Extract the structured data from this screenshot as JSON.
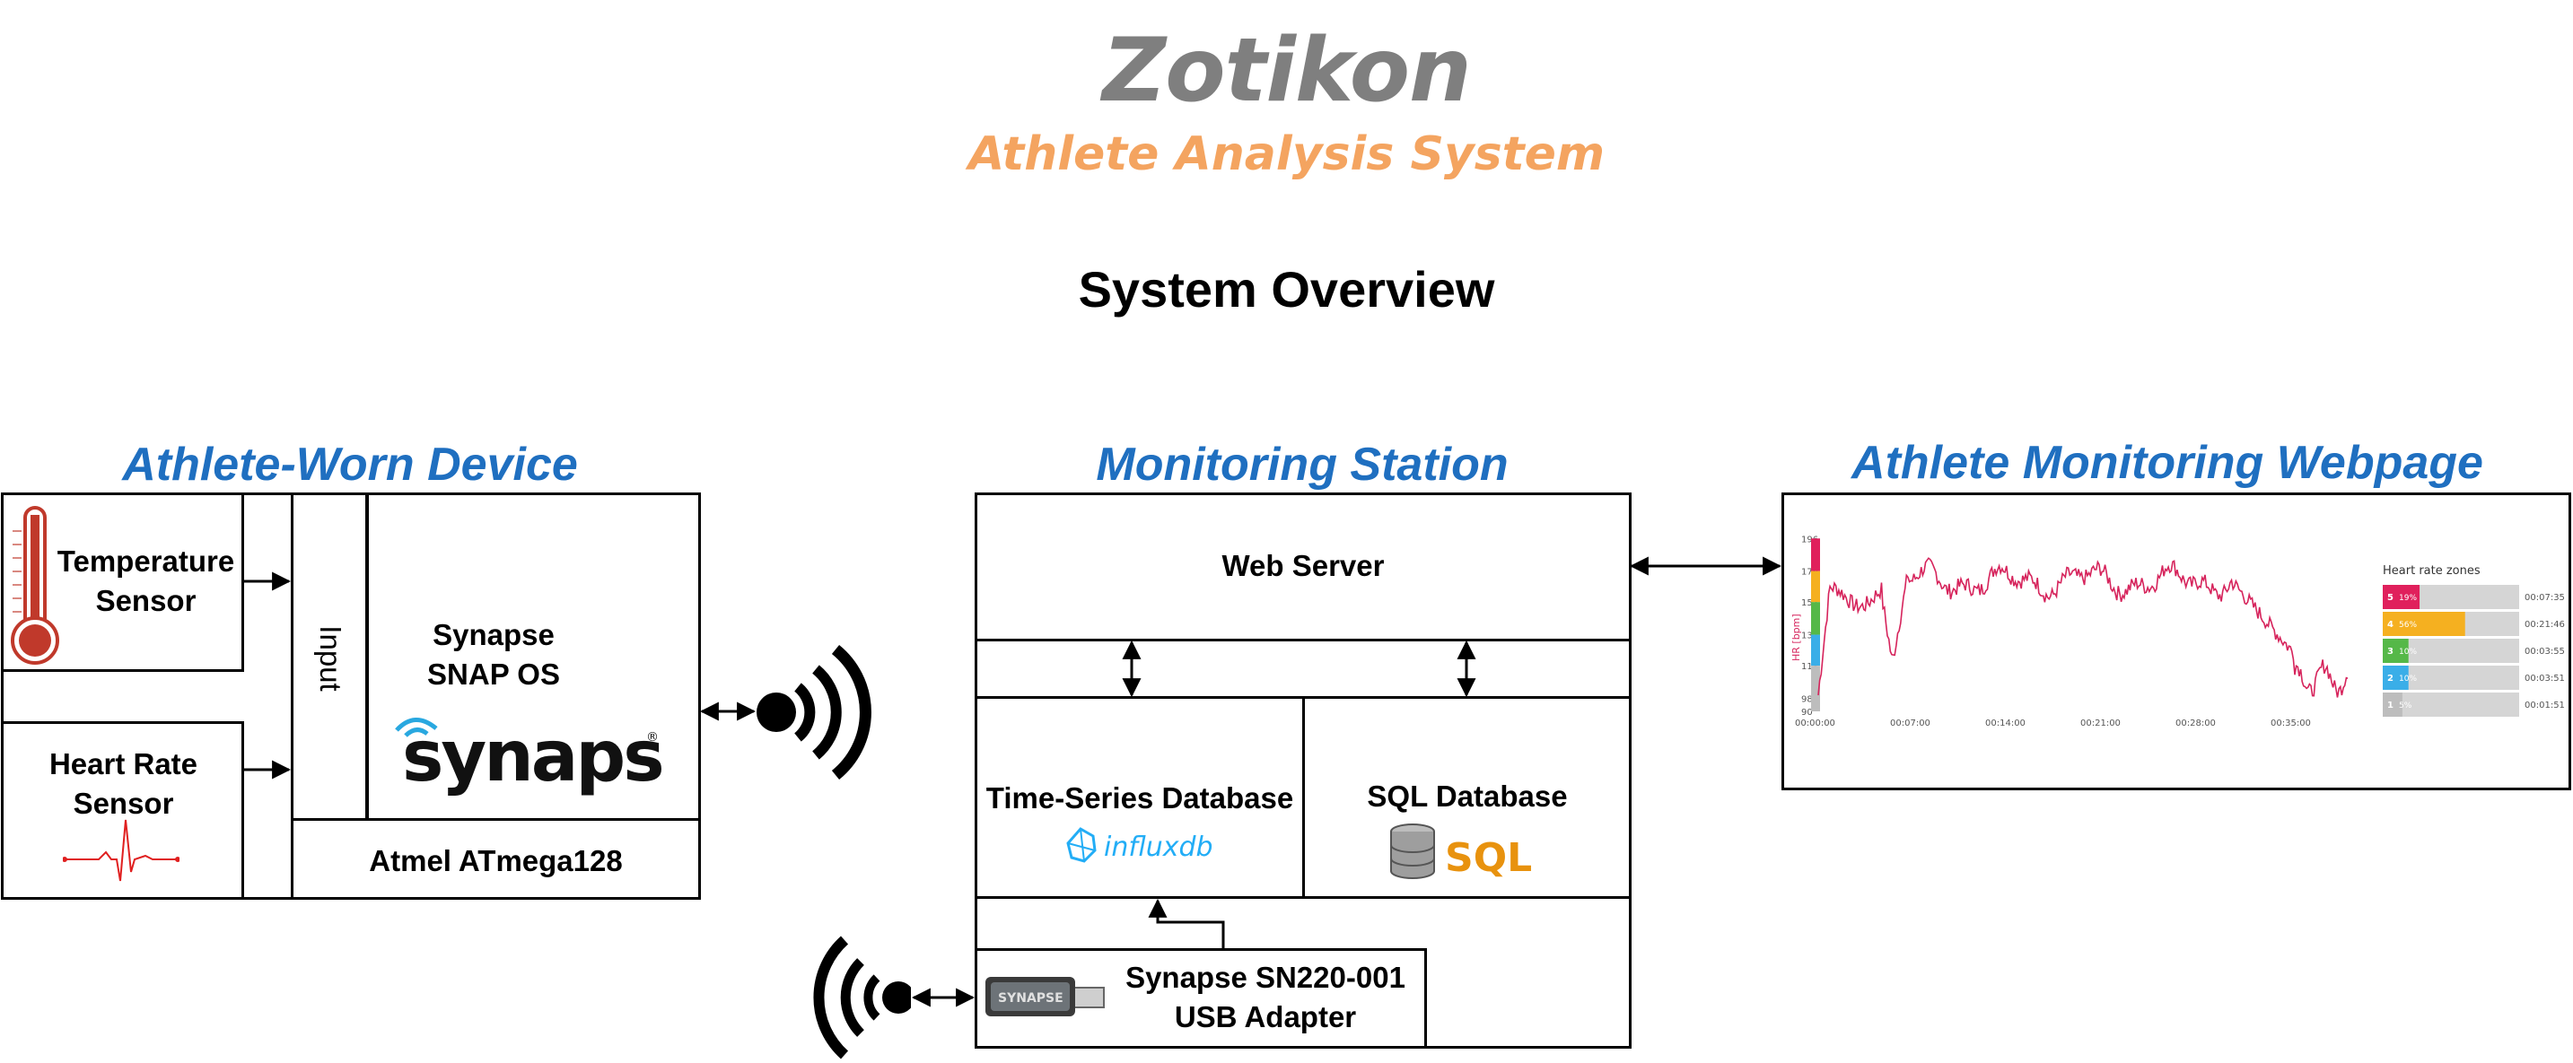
{
  "header": {
    "title": "Zotikon",
    "subtitle": "Athlete Analysis System",
    "overview": "System Overview"
  },
  "device": {
    "heading": "Athlete-Worn Device",
    "temperature_sensor": "Temperature Sensor",
    "heart_rate_sensor": "Heart Rate Sensor",
    "input": "Input",
    "os": "Synapse SNAP OS",
    "synapse_logo": "synapse",
    "mcu": "Atmel ATmega128"
  },
  "station": {
    "heading": "Monitoring Station",
    "web_server": "Web Server",
    "tsdb": "Time-Series Database",
    "influx_logo": "influxdb",
    "sqldb": "SQL Database",
    "sql_logo": "SQL",
    "usb_adapter": "Synapse SN220-001 USB Adapter",
    "usb_label": "SYNAPSE"
  },
  "webpage": {
    "heading": "Athlete Monitoring Webpage",
    "chart_data": {
      "type": "line",
      "ylabel": "HR [bpm]",
      "yticks": [
        "196",
        "176",
        "157",
        "137",
        "118",
        "98",
        "90"
      ],
      "xticks": [
        "00:00:00",
        "00:07:00",
        "00:14:00",
        "00:21:00",
        "00:28:00",
        "00:35:00"
      ],
      "series_color": "#d6245c",
      "zones_title": "Heart rate zones",
      "zones": [
        {
          "zone": "5",
          "pct": "19%",
          "time": "00:07:35",
          "color": "#e0205c",
          "value": 0.19
        },
        {
          "zone": "4",
          "pct": "56%",
          "time": "00:21:46",
          "color": "#f5b020",
          "value": 0.56
        },
        {
          "zone": "3",
          "pct": "10%",
          "time": "00:03:55",
          "color": "#55b848",
          "value": 0.1
        },
        {
          "zone": "2",
          "pct": "10%",
          "time": "00:03:51",
          "color": "#3aaee8",
          "value": 0.1
        },
        {
          "zone": "1",
          "pct": "5%",
          "time": "00:01:51",
          "color": "#bdbdbd",
          "value": 0.05
        }
      ]
    }
  }
}
